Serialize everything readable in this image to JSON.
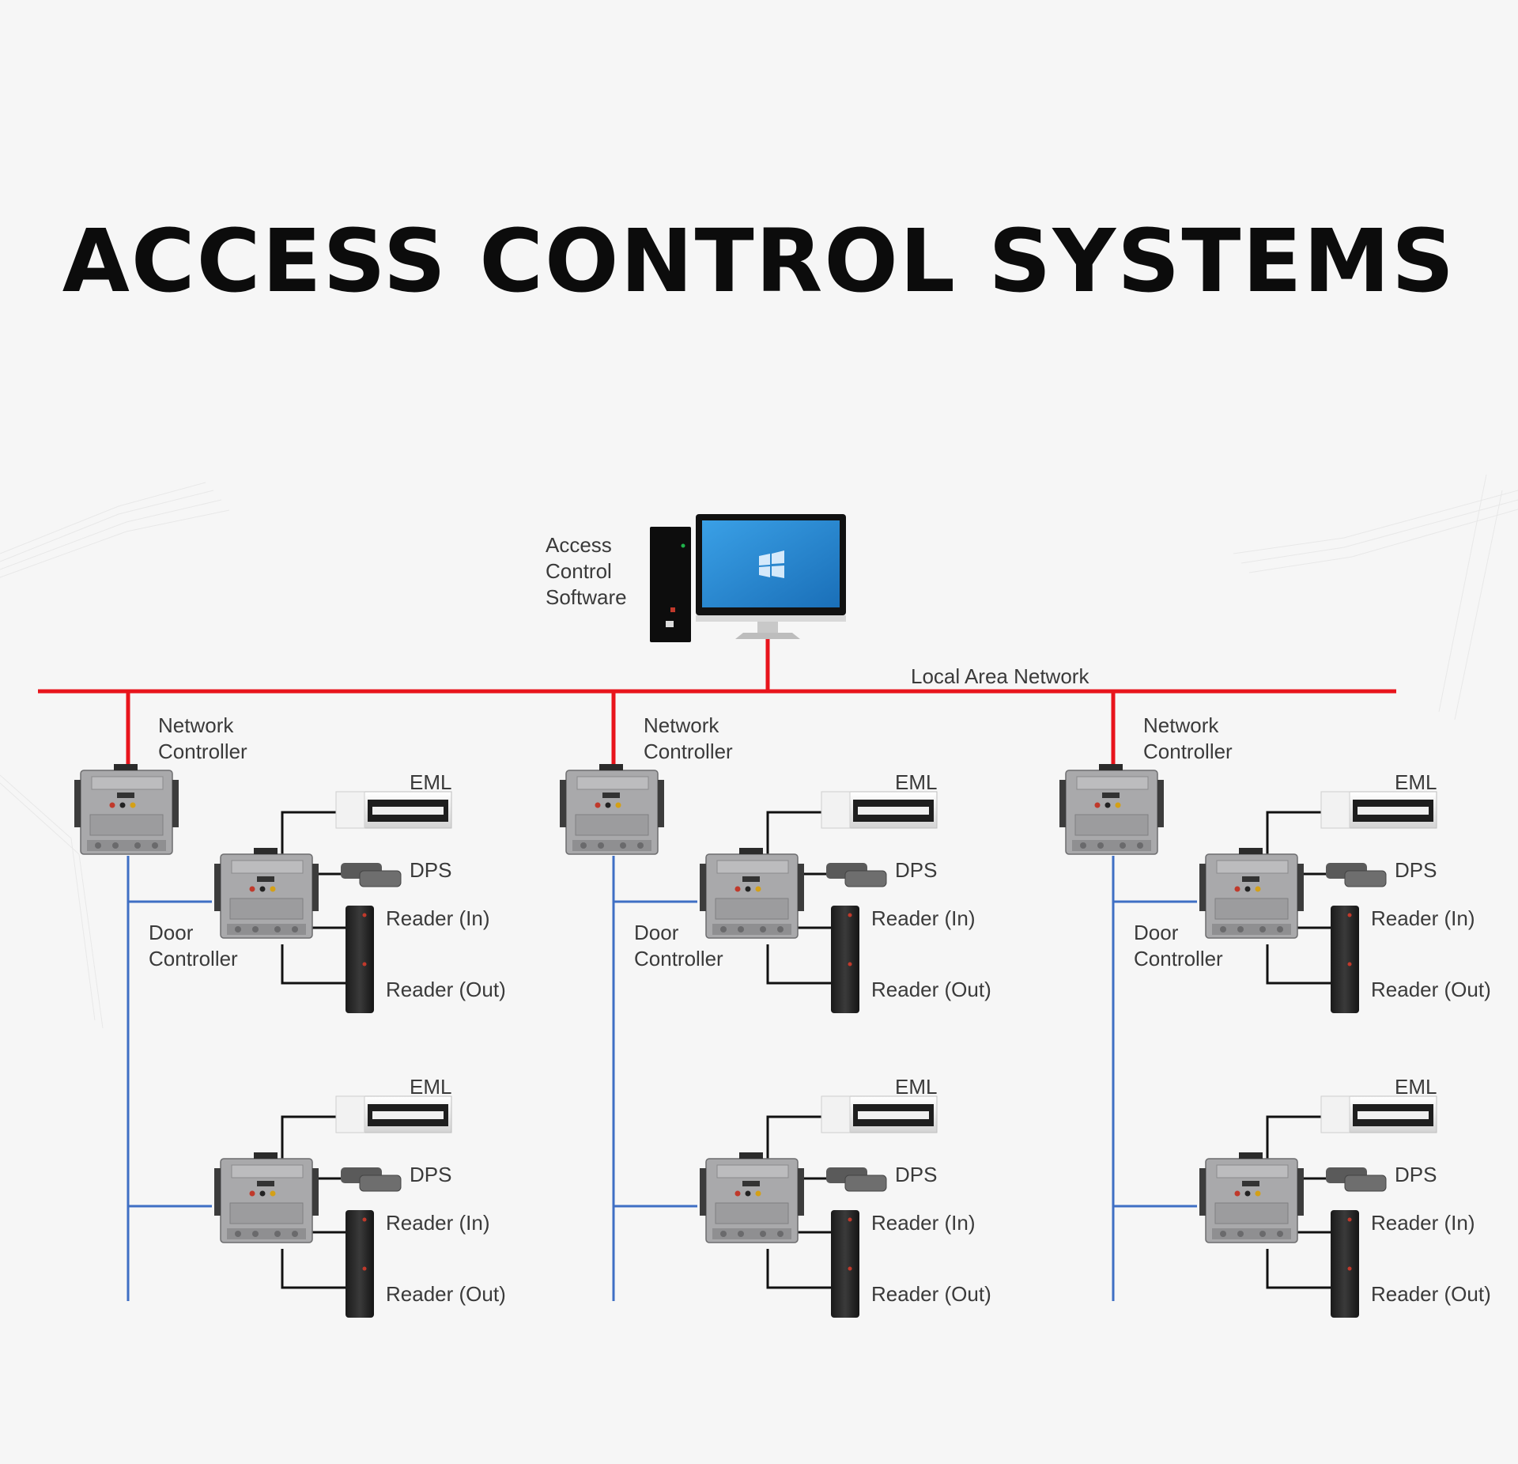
{
  "title": "ACCESS CONTROL SYSTEMS",
  "software": {
    "line1": "Access",
    "line2": "Control",
    "line3": "Software"
  },
  "network_label": "Local Area Network",
  "network_controller": {
    "line1": "Network",
    "line2": "Controller"
  },
  "door_controller": {
    "line1": "Door",
    "line2": "Controller"
  },
  "devices": {
    "eml": "EML",
    "dps": "DPS",
    "reader_in": "Reader (In)",
    "reader_out": "Reader (Out)"
  },
  "colors": {
    "lan": "#e8141c",
    "bus": "#3f6fc4",
    "wire": "#111111",
    "background": "#f6f6f6"
  }
}
